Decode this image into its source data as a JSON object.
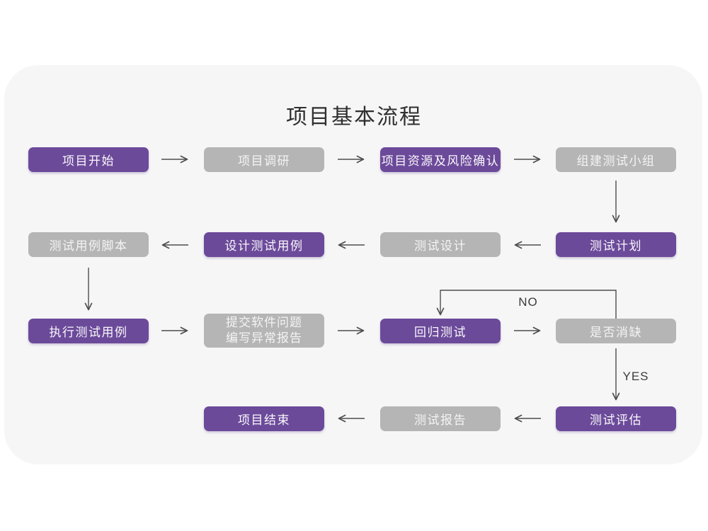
{
  "title": "项目基本流程",
  "edge_labels": {
    "no": "NO",
    "yes": "YES"
  },
  "colors": {
    "card_bg": "#f6f6f7",
    "purple": "#6c4a9a",
    "gray": "#b5b5b5",
    "arrow": "#4d4d4d"
  },
  "nodes": [
    {
      "label": "项目开始",
      "variant": "purple"
    },
    {
      "label": "项目调研",
      "variant": "gray"
    },
    {
      "label": "项目资源及风险确认",
      "variant": "purple"
    },
    {
      "label": "组建测试小组",
      "variant": "gray"
    },
    {
      "label": "测试用例脚本",
      "variant": "gray"
    },
    {
      "label": "设计测试用例",
      "variant": "purple"
    },
    {
      "label": "测试设计",
      "variant": "gray"
    },
    {
      "label": "测试计划",
      "variant": "purple"
    },
    {
      "label": "执行测试用例",
      "variant": "purple"
    },
    {
      "line1": "提交软件问题",
      "line2": "编写异常报告",
      "variant": "gray"
    },
    {
      "label": "回归测试",
      "variant": "purple"
    },
    {
      "label": "是否消缺",
      "variant": "gray"
    },
    {
      "label": "项目结束",
      "variant": "purple"
    },
    {
      "label": "测试报告",
      "variant": "gray"
    },
    {
      "label": "测试评估",
      "variant": "purple"
    }
  ]
}
